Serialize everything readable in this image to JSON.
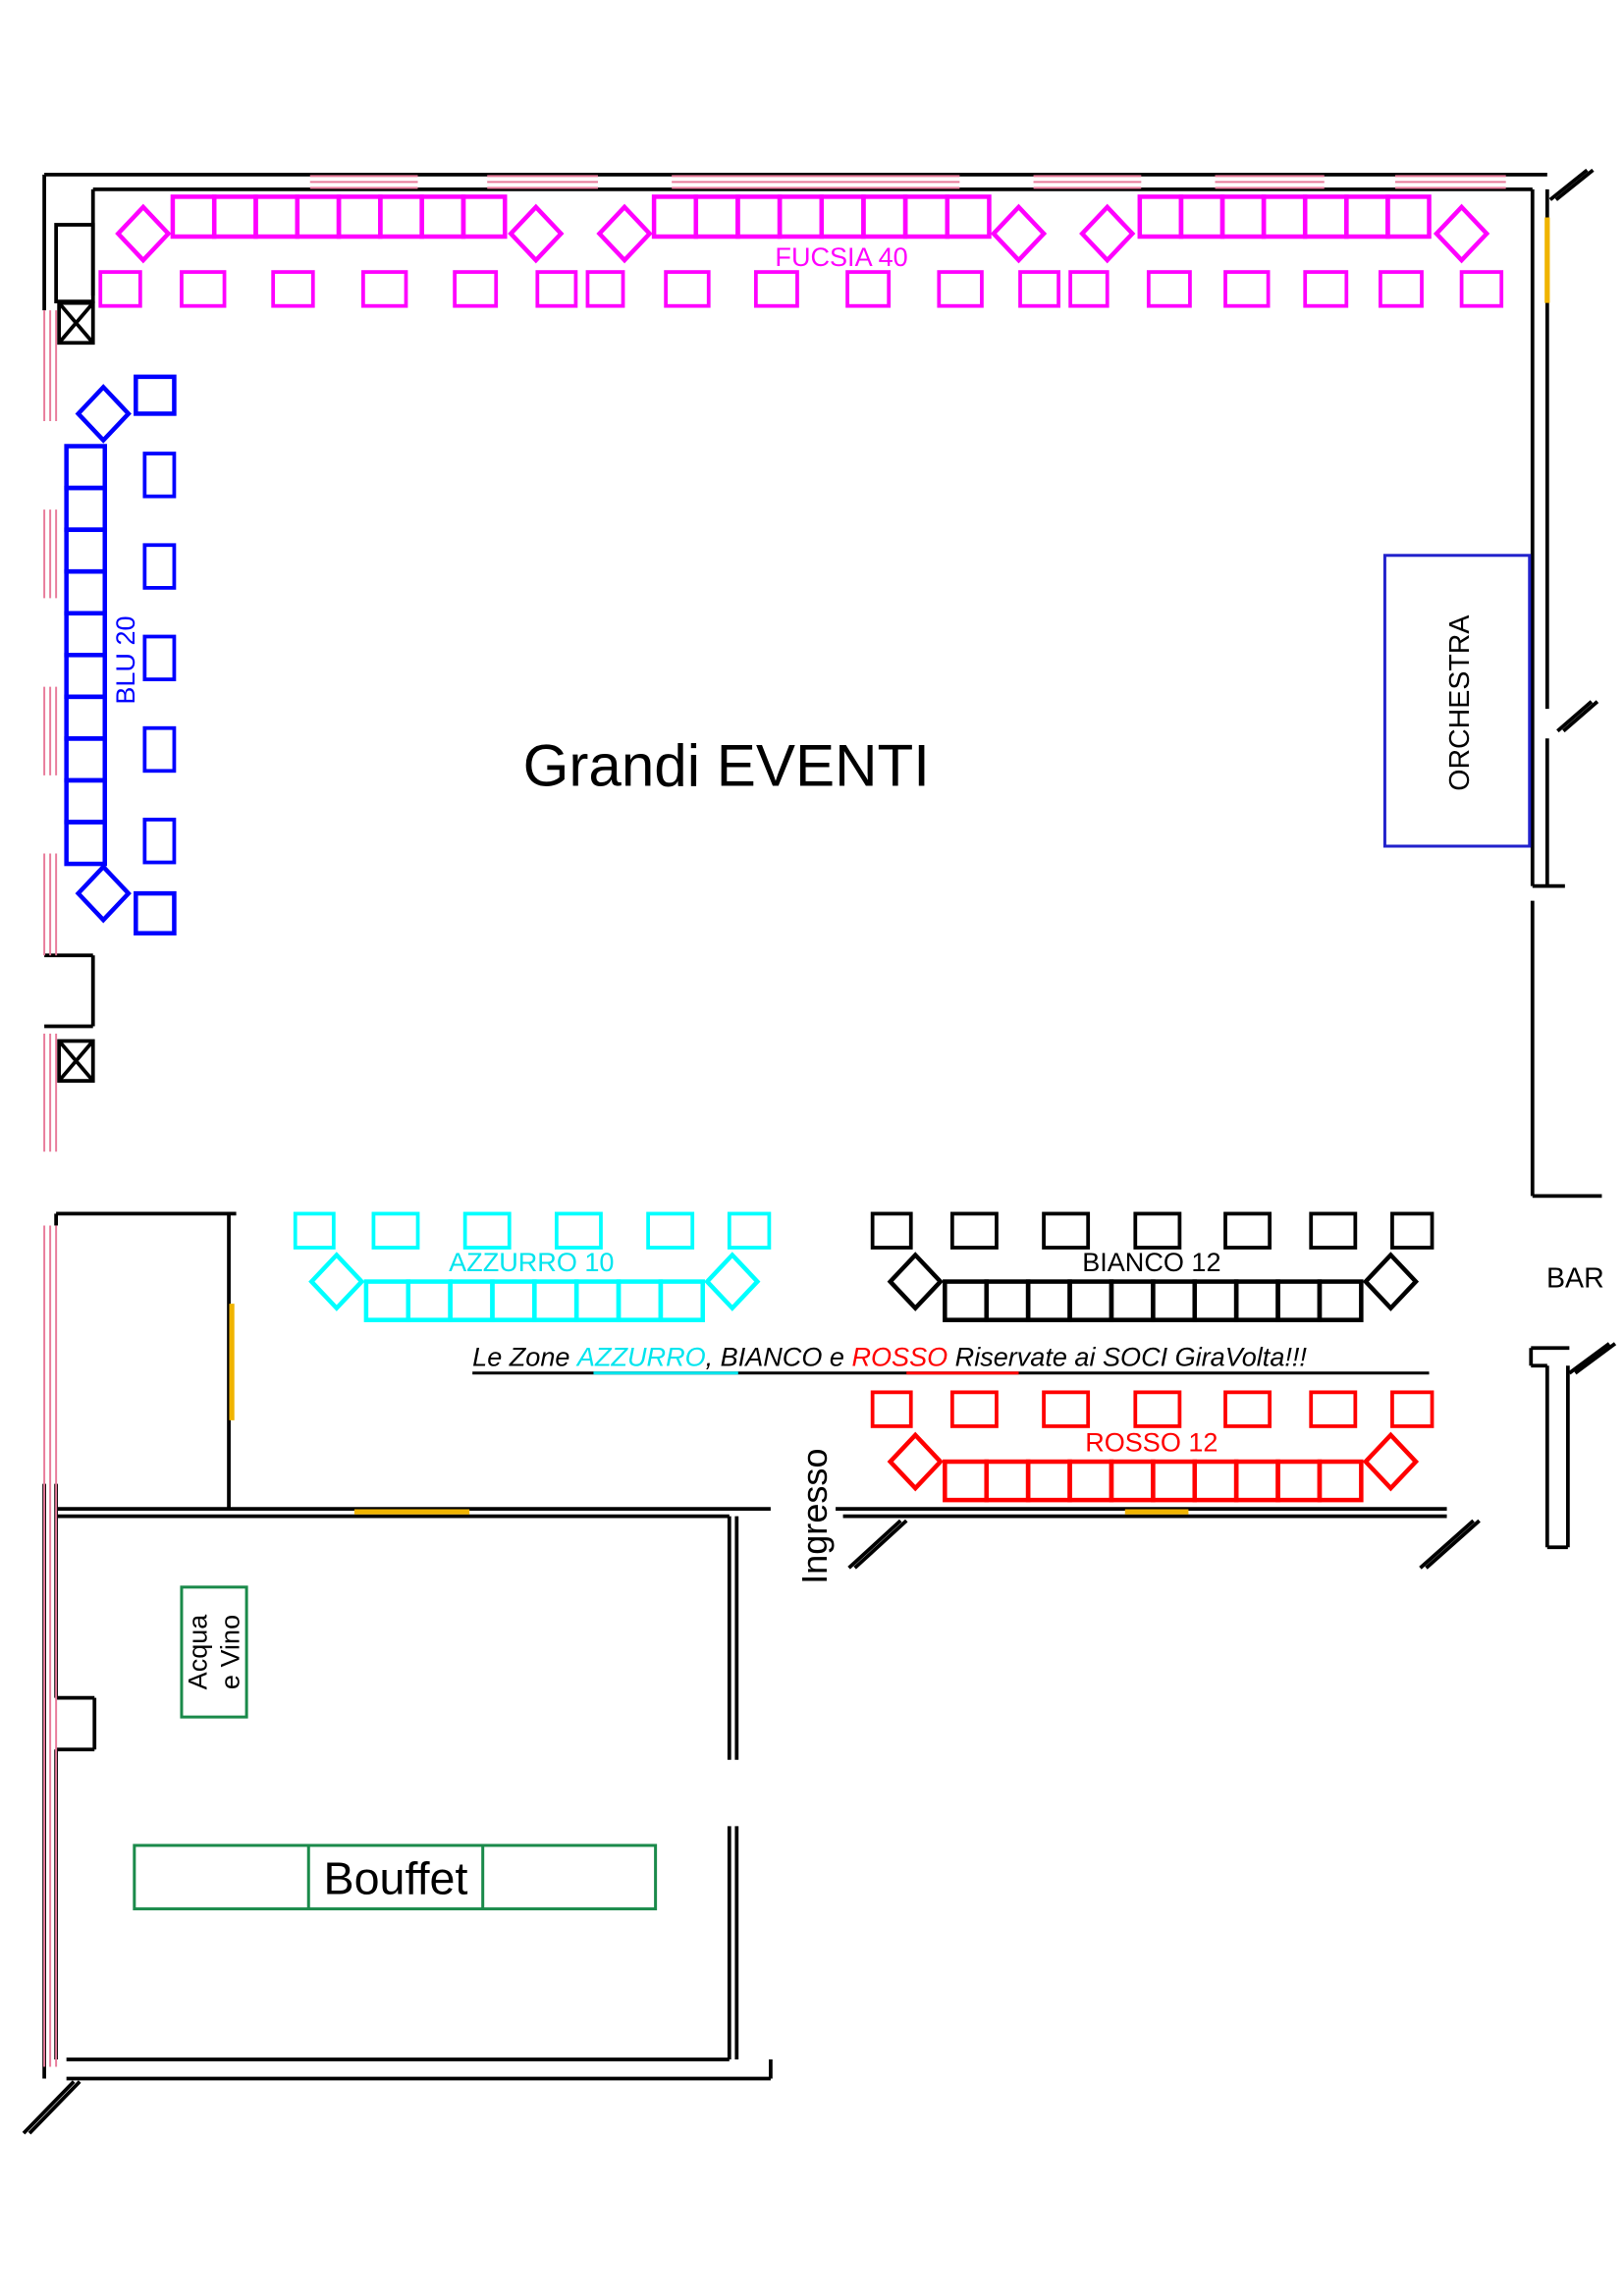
{
  "title": "Grandi EVENTI",
  "zones": {
    "fucsia": {
      "label": "FUCSIA 40",
      "color": "#ff00ff"
    },
    "blu": {
      "label": "BLU 20",
      "color": "#0000ff"
    },
    "azzurro": {
      "label": "AZZURRO 10",
      "color": "#00ffff"
    },
    "bianco": {
      "label": "BIANCO 12",
      "color": "#000000"
    },
    "rosso": {
      "label": "ROSSO 12",
      "color": "#ff0000"
    }
  },
  "areas": {
    "orchestra": "ORCHESTRA",
    "bar": "BAR",
    "ingresso": "Ingresso",
    "acqua_line1": "Acqua",
    "acqua_line2": "e Vino",
    "bouffet": "Bouffet"
  },
  "notice": {
    "prefix": "Le Zone ",
    "azzurro": "AZZURRO",
    "sep1": ", BIANCO e ",
    "rosso": "ROSSO",
    "suffix": " Riservate ai SOCI GiraVolta!!!"
  },
  "colors": {
    "wall": "#000000",
    "window": "#e87a9a",
    "door": "#f0b400",
    "buffet": "#1a8a4a",
    "stage": "#2222cc"
  }
}
